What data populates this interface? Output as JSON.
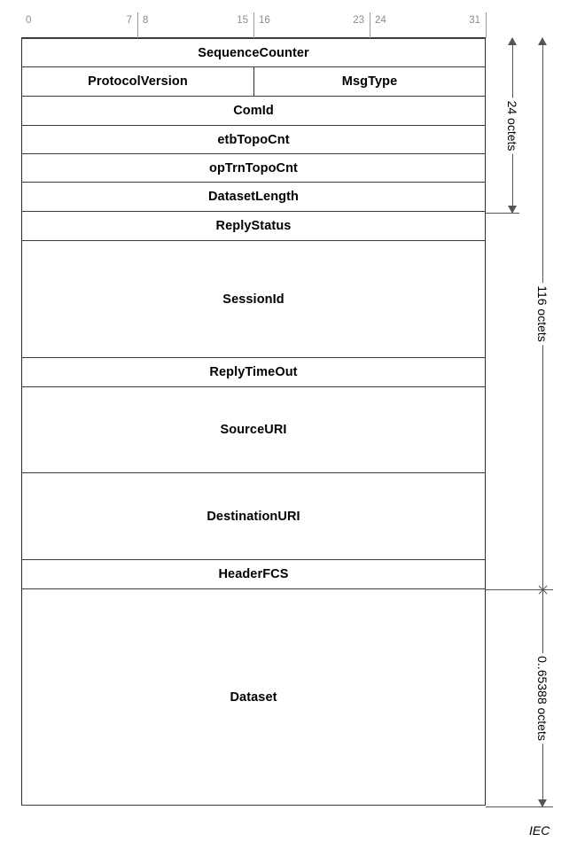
{
  "figure": {
    "type": "packet-format-diagram",
    "footer_mark": "IEC"
  },
  "bit_ruler": {
    "segments": [
      {
        "lo": "0",
        "hi": "7"
      },
      {
        "lo": "8",
        "hi": "15"
      },
      {
        "lo": "16",
        "hi": "23"
      },
      {
        "lo": "24",
        "hi": "31"
      }
    ]
  },
  "packet": {
    "fields": [
      {
        "label": "SequenceCounter",
        "rows": 1,
        "split": false
      },
      {
        "label": "",
        "left": "ProtocolVersion",
        "right": "MsgType",
        "rows": 1,
        "split": true
      },
      {
        "label": "ComId",
        "rows": 1,
        "split": false
      },
      {
        "label": "etbTopoCnt",
        "rows": 1,
        "split": false
      },
      {
        "label": "opTrnTopoCnt",
        "rows": 1,
        "split": false
      },
      {
        "label": "DatasetLength",
        "rows": 1,
        "split": false
      },
      {
        "label": "ReplyStatus",
        "rows": 1,
        "split": false
      },
      {
        "label": "SessionId",
        "rows": 4,
        "split": false
      },
      {
        "label": "ReplyTimeOut",
        "rows": 1,
        "split": false
      },
      {
        "label": "SourceURI",
        "rows": 3,
        "split": false
      },
      {
        "label": "DestinationURI",
        "rows": 3,
        "split": false
      },
      {
        "label": "HeaderFCS",
        "rows": 1,
        "split": false
      },
      {
        "label": "Dataset",
        "rows": 7.4,
        "split": false
      }
    ]
  },
  "measurements": [
    {
      "label": "24 octets",
      "name": "header-24-octets-measure"
    },
    {
      "label": "116 octets",
      "name": "header-116-octets-measure"
    },
    {
      "label": "0..65388 octets",
      "name": "dataset-octets-measure"
    }
  ]
}
